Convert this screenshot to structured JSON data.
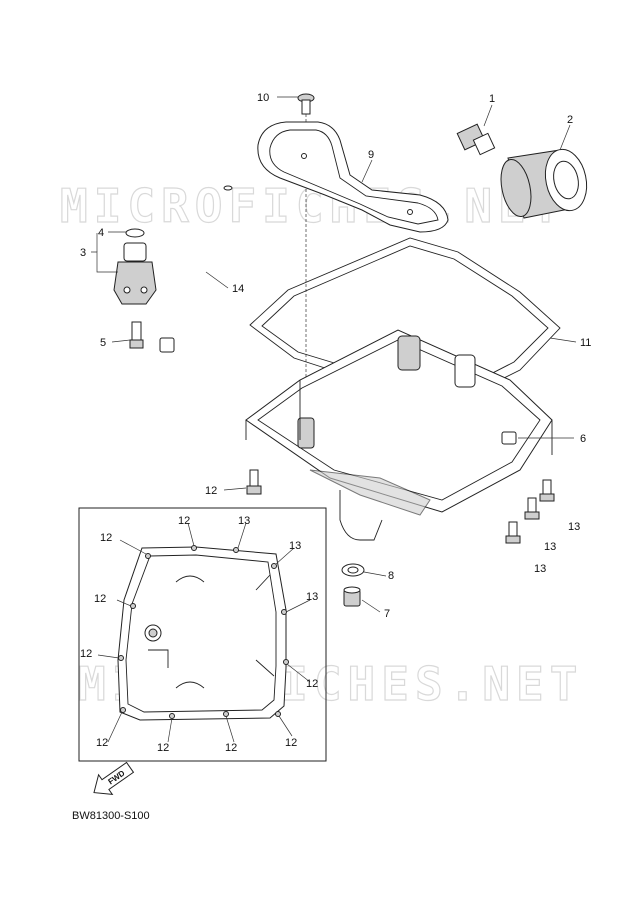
{
  "watermark": "MICROFICHES.NET",
  "diagram_code": "BW81300-S100",
  "fwd_label": "FWD",
  "callouts": {
    "c1": "1",
    "c2": "2",
    "c3": "3",
    "c4": "4",
    "c5": "5",
    "c6": "6",
    "c7": "7",
    "c8": "8",
    "c9": "9",
    "c10": "10",
    "c11": "11",
    "c12": "12",
    "c13": "13",
    "c14": "14"
  }
}
